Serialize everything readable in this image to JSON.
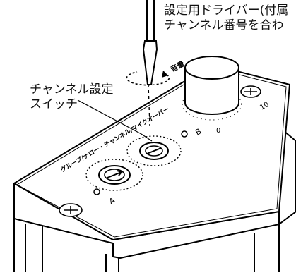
{
  "callouts": {
    "driver_line1": "設定用ドライバー(付属",
    "driver_line2": "チャンネル番号を合わ",
    "switch_line1": "チャンネル設定",
    "switch_line2": "スイッチ"
  },
  "panel": {
    "printed_label": "グループ/ナロー・チャンネル/マイクオーバー",
    "volume_label": "音量",
    "dial_a_label": "A",
    "dial_b_label": "B",
    "scale_0": "0",
    "scale_10": "10"
  }
}
